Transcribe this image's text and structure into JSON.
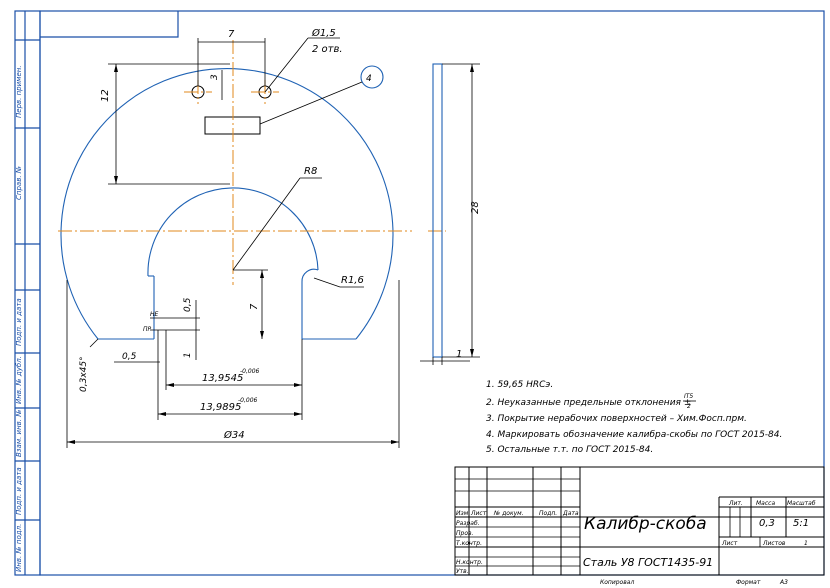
{
  "drawing": {
    "side_stamps": [
      "Перв. примен.",
      "Справ. №",
      "Подп. и дата",
      "Инв. № дубл.",
      "Взам. инв. №",
      "Подп. и дата",
      "Инв. № подл."
    ],
    "dimensions": {
      "hole_spacing": "7",
      "hole_diameter": "Ø1,5",
      "hole_count": "2 отв.",
      "hole_offset": "3",
      "callout": "4",
      "height_12": "12",
      "radius_8": "R8",
      "radius_1_6": "R1,6",
      "depth_7": "7",
      "dim_0_5_v": "0,5",
      "dim_1": "1",
      "dim_0_5_h": "0,5",
      "chamfer": "0,3x45°",
      "gauge_ne": "НЕ",
      "gauge_pr": "ПР",
      "size_ne": "13,9545",
      "size_ne_tol": "-0,006",
      "size_pr": "13,9895",
      "size_pr_tol": "-0,006",
      "diameter_34": "Ø34",
      "height_28": "28",
      "thickness_1": "1"
    },
    "notes": [
      "1. 59,65 HRCэ.",
      "2. Неуказанные предельные отклонения ±",
      "3. Покрытие нерабочих поверхностей – Хим.Фосп.прм.",
      "4. Маркировать обозначение калибра-скобы по ГОСТ 2015-84.",
      "5. Остальные т.т. по ГОСТ 2015-84."
    ],
    "note2_frac_num": "IT5",
    "note2_frac_den": "2"
  },
  "title_block": {
    "name": "Калибр-скоба",
    "material": "Сталь У8 ГОСТ1435-91",
    "col_lit": "Лит.",
    "col_mass": "Масса",
    "col_scale": "Масштаб",
    "mass_value": "0,3",
    "scale_value": "5:1",
    "sheet_label": "Лист",
    "sheets_label": "Листов",
    "sheets_value": "1",
    "row_headers": [
      "Изм.",
      "Лист",
      "№ докум.",
      "Подп.",
      "Дата"
    ],
    "row_labels": [
      "Разраб.",
      "Пров.",
      "Т.контр.",
      "",
      "Н.контр.",
      "Утв."
    ],
    "footer_left": "Копировал",
    "footer_format": "Формат",
    "footer_format_value": "A3"
  }
}
